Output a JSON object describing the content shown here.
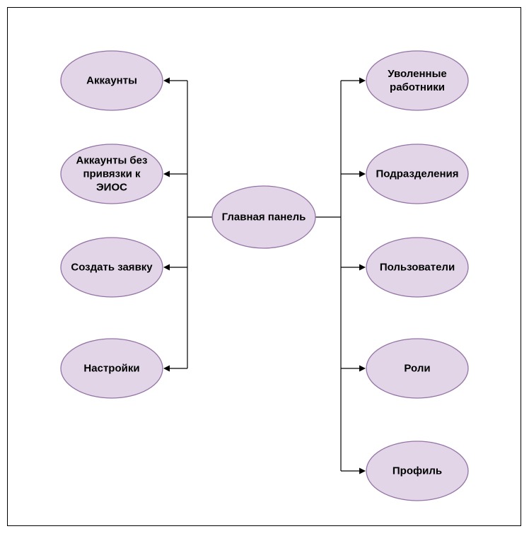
{
  "diagram": {
    "center": {
      "label": [
        "Главная панель"
      ]
    },
    "left_nodes": [
      {
        "id": "accounts",
        "label": [
          "Аккаунты"
        ]
      },
      {
        "id": "accounts-unbound",
        "label": [
          "Аккаунты без",
          "привязки к",
          "ЭИОС"
        ]
      },
      {
        "id": "create-request",
        "label": [
          "Создать заявку"
        ]
      },
      {
        "id": "settings",
        "label": [
          "Настройки"
        ]
      }
    ],
    "right_nodes": [
      {
        "id": "dismissed-employees",
        "label": [
          "Уволенные",
          "работники"
        ]
      },
      {
        "id": "departments",
        "label": [
          "Подразделения"
        ]
      },
      {
        "id": "users",
        "label": [
          "Пользователи"
        ]
      },
      {
        "id": "roles",
        "label": [
          "Роли"
        ]
      },
      {
        "id": "profile",
        "label": [
          "Профиль"
        ]
      }
    ],
    "colors": {
      "node_fill": "#e1d5e7",
      "node_stroke": "#9673a6",
      "edge": "#000000",
      "frame": "#000000"
    }
  }
}
